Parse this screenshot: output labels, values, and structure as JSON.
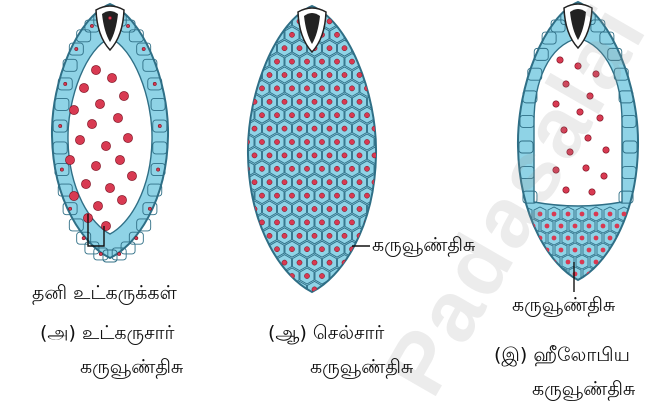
{
  "colors": {
    "cell_fill": "#8fd3e6",
    "cell_stroke": "#2f6f86",
    "nucleus": "#d83a52",
    "cavity": "#ffffff"
  },
  "panels": [
    {
      "id": "a",
      "annotation": "தனி உட்கருக்கள்",
      "caption_line1": "(அ) உட்கருசார்",
      "caption_line2": "கருவூண்திசு"
    },
    {
      "id": "b",
      "annotation": "கருவூண்திசு",
      "caption_line1": "(ஆ) செல்சார்",
      "caption_line2": "கருவூண்திசு"
    },
    {
      "id": "c",
      "annotation": "கருவூண்திசு",
      "caption_line1": "(இ) ஹீலோபிய",
      "caption_line2": "கருவூண்திசு"
    }
  ],
  "watermark": "Padasalai"
}
